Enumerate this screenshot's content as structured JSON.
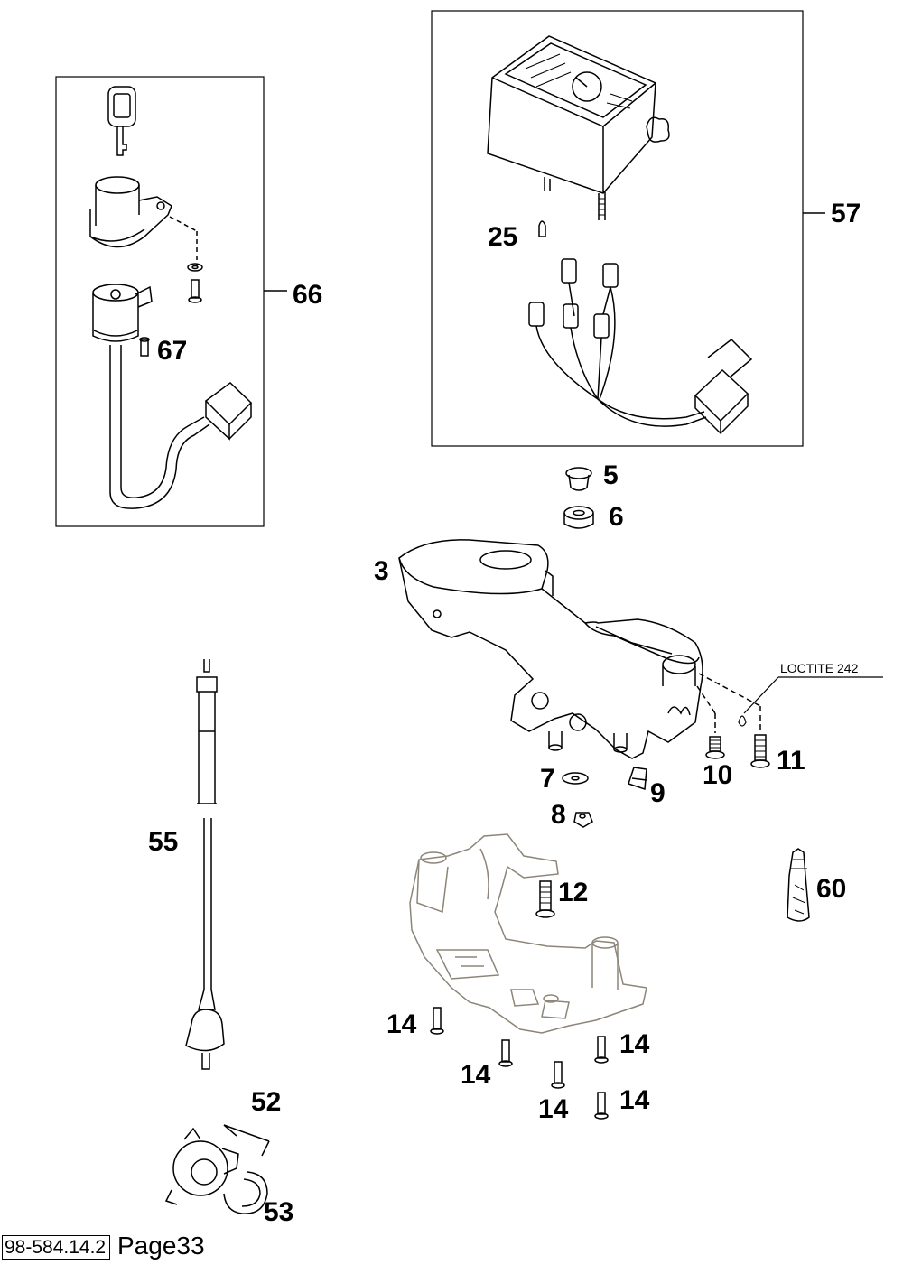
{
  "labels": {
    "p3": "3",
    "p5": "5",
    "p6": "6",
    "p7": "7",
    "p8": "8",
    "p9": "9",
    "p10": "10",
    "p11": "11",
    "p12": "12",
    "p14a": "14",
    "p14b": "14",
    "p14c": "14",
    "p14d": "14",
    "p14e": "14",
    "p25": "25",
    "p52": "52",
    "p53": "53",
    "p55": "55",
    "p57": "57",
    "p60": "60",
    "p66": "66",
    "p67": "67"
  },
  "notes": {
    "loctite": "LOCTITE 242"
  },
  "footer": {
    "code": "98-584.14.2",
    "page": "Page33"
  },
  "colors": {
    "line": "#000000",
    "bracket": "#8c8578",
    "background": "#ffffff"
  }
}
